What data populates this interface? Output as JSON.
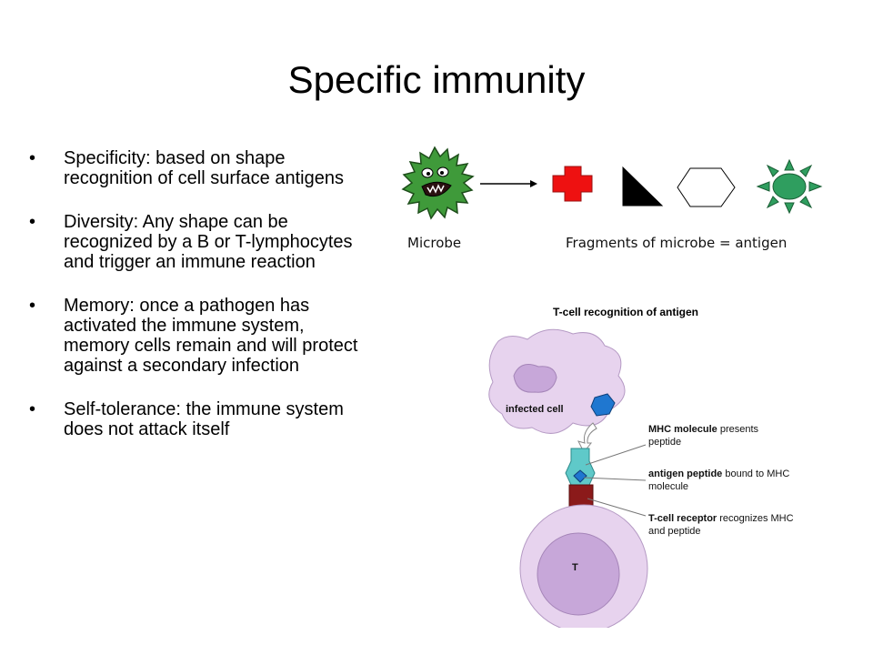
{
  "slide": {
    "title": "Specific immunity",
    "bullets": [
      {
        "text": "Specificity: based on shape recognition of cell surface antigens"
      },
      {
        "text": "Diversity: Any shape can be recognized by a B or T-lymphocytes and trigger an immune reaction"
      },
      {
        "text": "Memory: once a pathogen has activated the immune system, memory cells remain and will protect against a secondary infection"
      },
      {
        "text": "Self-tolerance: the immune system does not attack itself"
      }
    ],
    "bullet_glyph": "•"
  },
  "figure_top": {
    "microbe_label": "Microbe",
    "fragments_label": "Fragments of microbe = antigen",
    "colors": {
      "microbe": "#3f9a3a",
      "cross": "#ee1111",
      "triangle": "#000000",
      "hexagon": "#ffffff",
      "sun": "#2f9e5f"
    }
  },
  "figure_bottom": {
    "title": "T-cell recognition of antigen",
    "infected_cell_label": "infected cell",
    "tcell_label": "T",
    "notes": [
      {
        "bold": "MHC molecule",
        "rest": " presents peptide"
      },
      {
        "bold": "antigen peptide",
        "rest": " bound to MHC molecule"
      },
      {
        "bold": "T-cell receptor",
        "rest": " recognizes MHC and peptide"
      }
    ],
    "colors": {
      "cell": "#e7d3ee",
      "nucleus": "#c7a7d9",
      "mhc": "#5fc9c9",
      "tcr": "#8b1a1a",
      "peptide": "#1f77d0"
    }
  }
}
